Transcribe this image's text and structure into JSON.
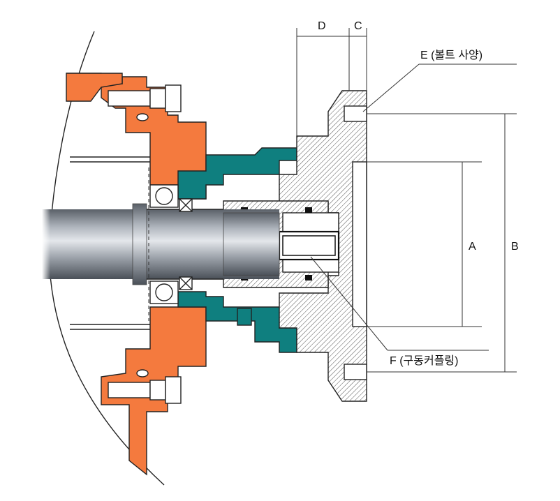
{
  "labels": {
    "D": "D",
    "C": "C",
    "E": "E (볼트 사양)",
    "A": "A",
    "B": "B",
    "F": "F (구동커플링)"
  },
  "colors": {
    "housing": "#f47a3e",
    "seal": "#0f7f7f",
    "hatch": "#555555",
    "shaft_light": "#d9dde3",
    "shaft_dark": "#5a6068",
    "line": "#222222"
  }
}
